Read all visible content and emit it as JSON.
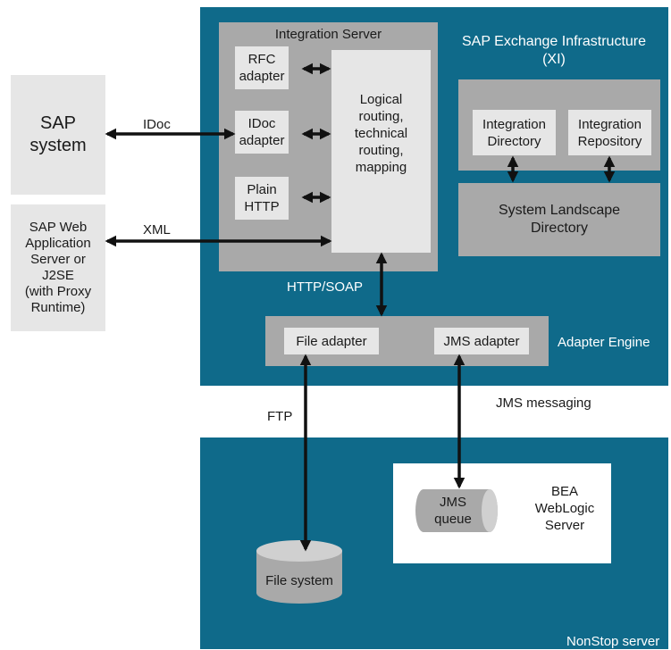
{
  "sap_system": {
    "label": "SAP\nsystem"
  },
  "web_as": {
    "label": "SAP Web\nApplication\nServer or\nJ2SE\n(with Proxy\nRuntime)"
  },
  "integration_server": {
    "title": "Integration Server",
    "rfc_adapter": "RFC\nadapter",
    "idoc_adapter": "IDoc\nadapter",
    "plain_http": "Plain\nHTTP",
    "routing": "Logical\nrouting,\ntechnical\nrouting,\nmapping"
  },
  "xi": {
    "title": "SAP Exchange Infrastructure\n(XI)",
    "integration_directory": "Integration\nDirectory",
    "integration_repository": "Integration\nRepository",
    "system_landscape_directory": "System Landscape\nDirectory"
  },
  "links": {
    "idoc": "IDoc",
    "xml": "XML",
    "http_soap": "HTTP/SOAP",
    "ftp": "FTP",
    "jms_messaging": "JMS messaging"
  },
  "adapter_engine": {
    "label": "Adapter Engine",
    "file_adapter": "File adapter",
    "jms_adapter": "JMS adapter"
  },
  "nonstop": {
    "label": "NonStop server",
    "jms_queue": "JMS\nqueue",
    "bea_weblogic": "BEA\nWebLogic\nServer",
    "file_system": "File system"
  },
  "colors": {
    "teal": "#0f6a8a",
    "gray_dark": "#a9a9a9",
    "gray_light": "#e6e6e6",
    "arrow": "#111111"
  }
}
